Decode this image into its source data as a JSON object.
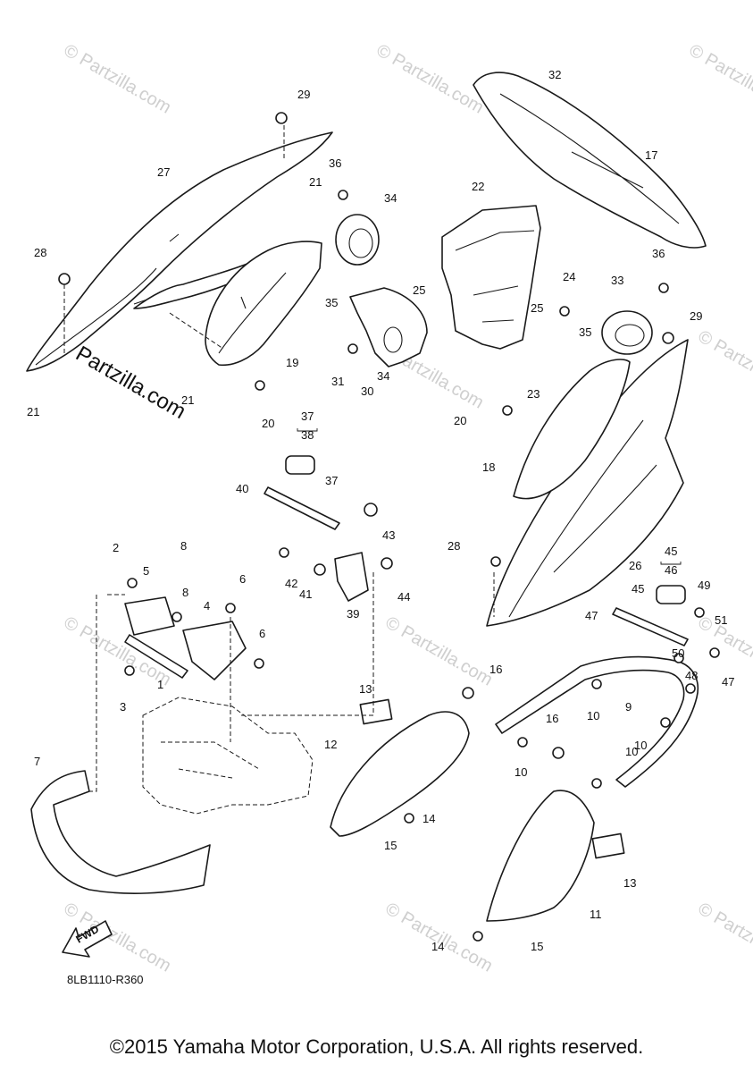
{
  "diagram": {
    "code": "8LB1110-R360",
    "fwd_label": "FWD",
    "watermark_repeat": "© Partzilla.com",
    "watermark_main": "© Partzilla.com",
    "copyright": "©2015 Yamaha Motor Corporation, U.S.A. All rights reserved.",
    "callouts": [
      "1",
      "2",
      "3",
      "4",
      "5",
      "6",
      "7",
      "8",
      "9",
      "10",
      "11",
      "12",
      "13",
      "14",
      "15",
      "16",
      "17",
      "18",
      "19",
      "20",
      "21",
      "22",
      "23",
      "24",
      "25",
      "26",
      "27",
      "28",
      "29",
      "30",
      "31",
      "32",
      "33",
      "34",
      "35",
      "36",
      "37",
      "38",
      "39",
      "40",
      "41",
      "42",
      "43",
      "44",
      "45",
      "46",
      "47",
      "48",
      "49",
      "50",
      "51"
    ]
  }
}
